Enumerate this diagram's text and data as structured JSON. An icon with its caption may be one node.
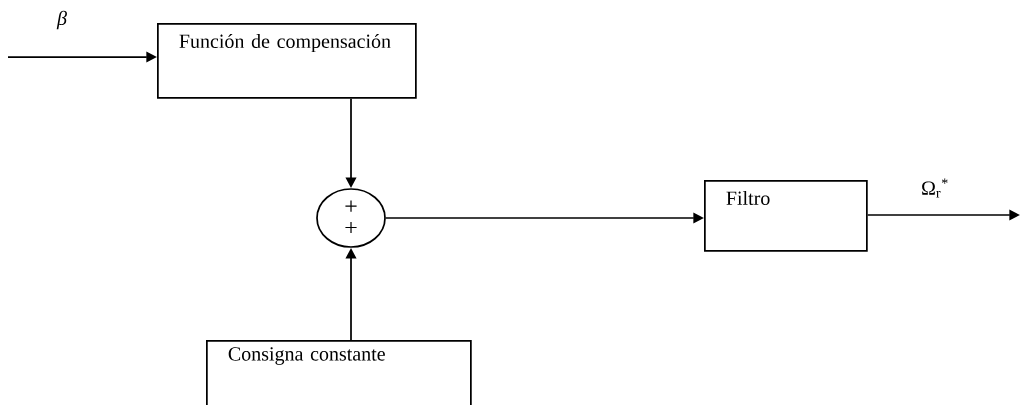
{
  "diagram": {
    "nodes": [
      {
        "text": [
          "Función de compensación"
        ]
      },
      {
        "text": [
          "+",
          "+"
        ]
      },
      {
        "text": [
          "Filtro"
        ]
      },
      {
        "text": [
          "Consigna constante"
        ]
      }
    ],
    "edges": [
      {
        "from": null,
        "to": 0,
        "arrow": "to",
        "label": "*β*"
      },
      {
        "from": 0,
        "to": 1,
        "arrow": "to"
      },
      {
        "from": 3,
        "to": 1,
        "arrow": "to"
      },
      {
        "from": 1,
        "to": 2,
        "arrow": "to"
      },
      {
        "from": 2,
        "to": null,
        "arrow": "to",
        "label": "Ω$_{r}$$^{*}$"
      }
    ]
  }
}
